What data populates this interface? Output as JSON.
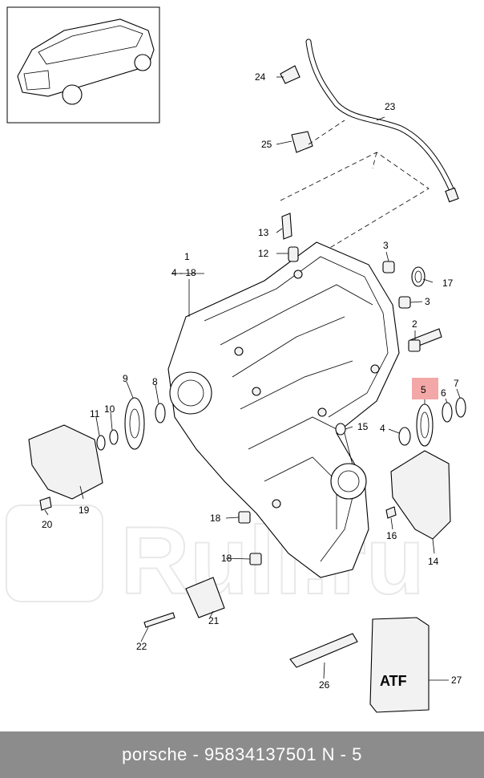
{
  "footer": {
    "text": "porsche - 95834137501     N - 5"
  },
  "watermark": {
    "text": "Ruli.ru"
  },
  "colors": {
    "highlight": "#f4a7a7",
    "footer_bg": "#8c8c8c"
  },
  "container_label": "ATF",
  "labels": {
    "c1": "1",
    "c1r": "4 - 18",
    "c2": "2",
    "c3a": "3",
    "c3b": "3",
    "c4": "4",
    "c5": "5",
    "c6": "6",
    "c7": "7",
    "c8": "8",
    "c9": "9",
    "c10": "10",
    "c11": "11",
    "c12": "12",
    "c13": "13",
    "c14": "14",
    "c15": "15",
    "c16": "16",
    "c17": "17",
    "c18a": "18",
    "c18b": "18",
    "c19": "19",
    "c20": "20",
    "c21": "21",
    "c22": "22",
    "c23": "23",
    "c24": "24",
    "c25": "25",
    "c26": "26",
    "c27": "27"
  }
}
